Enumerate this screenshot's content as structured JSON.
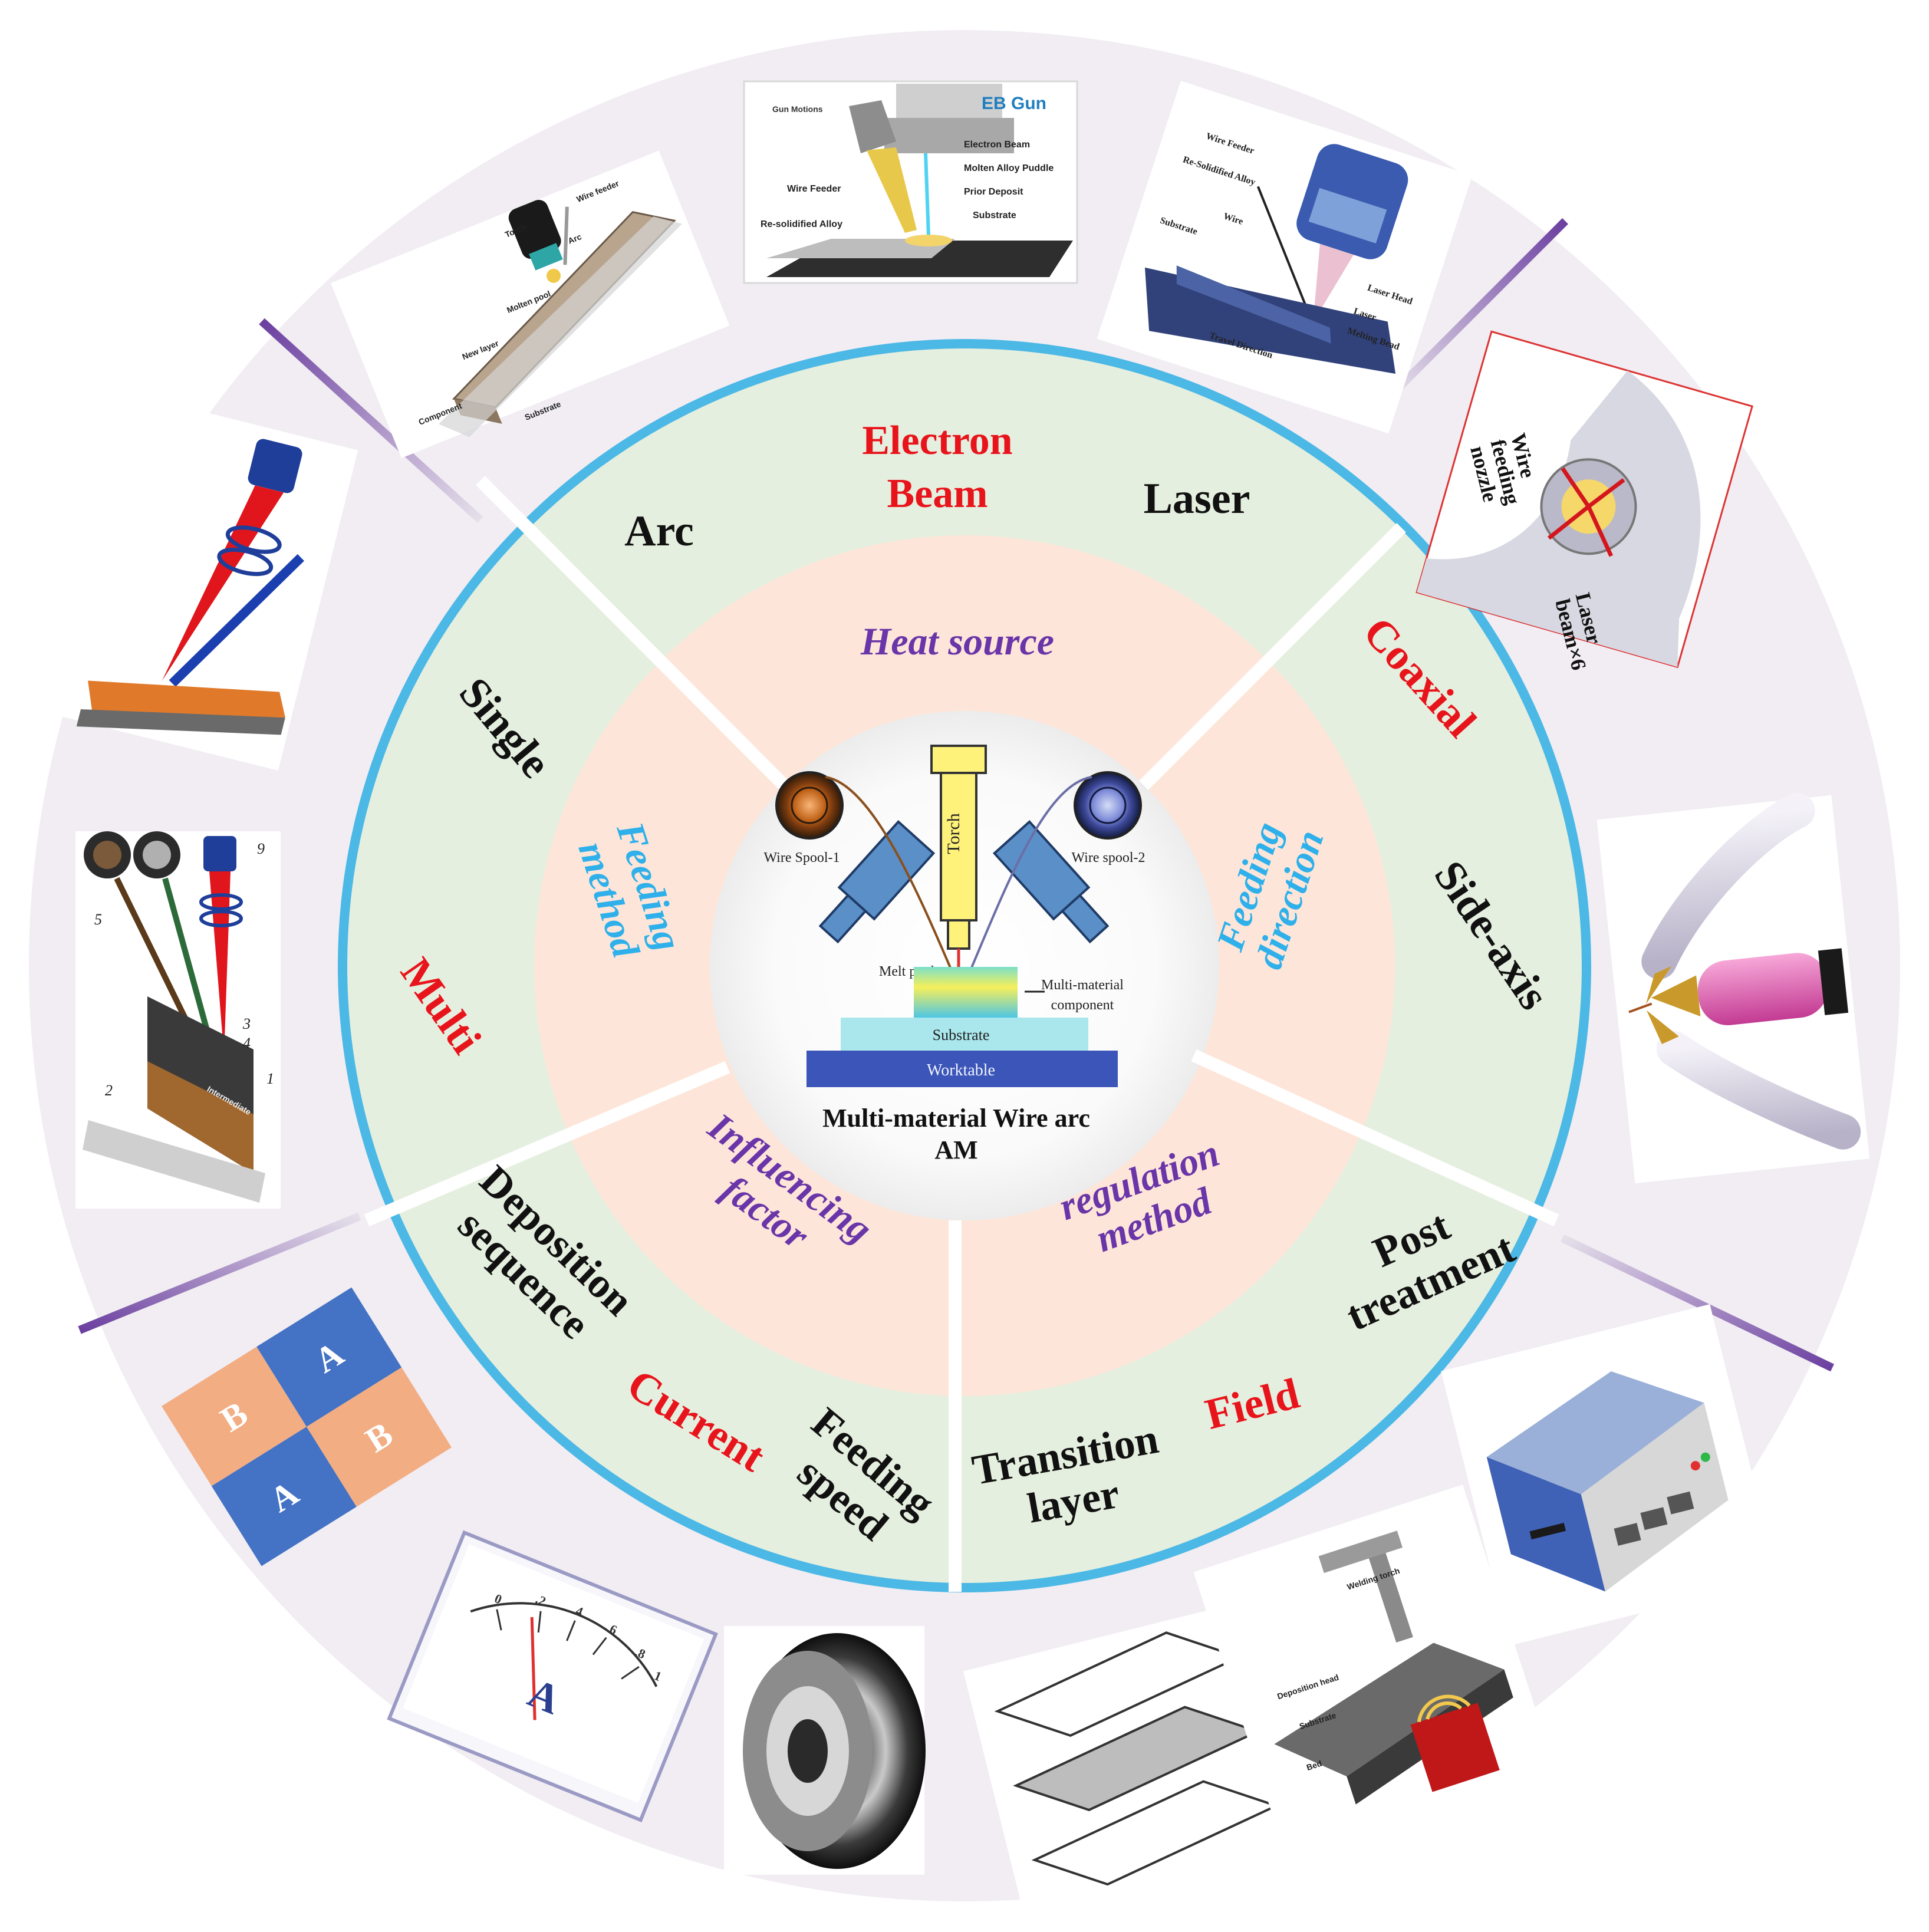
{
  "center": {
    "caption_line1": "Multi-material Wire arc",
    "caption_line2": "AM",
    "labels": {
      "torch": "Torch",
      "spool1": "Wire Spool-1",
      "spool2": "Wire spool-2",
      "melt_pool": "Melt pool",
      "component_line1": "Multi-material",
      "component_line2": "component",
      "substrate": "Substrate",
      "worktable": "Worktable"
    }
  },
  "categories": {
    "heat_source": "Heat source",
    "feeding_method_line1": "Feeding",
    "feeding_method_line2": "method",
    "feeding_direction_line1": "Feeding",
    "feeding_direction_line2": "direction",
    "influencing_factor_line1": "Influencing",
    "influencing_factor_line2": "factor",
    "regulation_method_line1": "regulation",
    "regulation_method_line2": "method"
  },
  "options": {
    "arc": "Arc",
    "electron_beam_line1": "Electron",
    "electron_beam_line2": "Beam",
    "laser": "Laser",
    "coaxial": "Coaxial",
    "side_axis": "Side-axis",
    "single": "Single",
    "multi": "Multi",
    "deposition_line1": "Deposition",
    "deposition_line2": "sequence",
    "current": "Current",
    "feeding_speed_line1": "Feeding",
    "feeding_speed_line2": "speed",
    "post_treatment_line1": "Post",
    "post_treatment_line2": "treatment",
    "field": "Field",
    "transition_line1": "Transition",
    "transition_line2": "layer"
  },
  "figures": {
    "eb_gun": {
      "title": "EB Gun",
      "gun_motions": "Gun Motions",
      "labels": [
        "Electron Beam",
        "Molten Alloy Puddle",
        "Prior Deposit",
        "Substrate",
        "Wire Feeder",
        "Re-solidified Alloy"
      ]
    },
    "arc": {
      "labels": [
        "Torch",
        "Arc",
        "Wire feeder",
        "Molten pool",
        "New layer",
        "Component",
        "Substrate"
      ]
    },
    "laser": {
      "labels": [
        "Wire Feeder",
        "Re-Solidified Alloy",
        "Wire",
        "Substrate",
        "Laser Head",
        "Laser",
        "Melting Bead",
        "Travel Direction"
      ]
    },
    "coaxial": {
      "label_nozzle_1": "Wire",
      "label_nozzle_2": "feeding",
      "label_nozzle_3": "nozzle",
      "label_beam_1": "Laser",
      "label_beam_2": "beam×6"
    },
    "multi": {
      "numbers": [
        "9",
        "5",
        "3",
        "4",
        "1",
        "2"
      ],
      "plate_label": "Intermediate"
    },
    "blocks": {
      "tl": "B",
      "tr": "A",
      "bl": "A",
      "br": "B"
    },
    "ammeter": {
      "symbol": "A",
      "scale": [
        "0",
        ".2",
        ".4",
        ".6",
        ".8",
        "1"
      ]
    },
    "field": {
      "labels": [
        "Welding torch",
        "Deposition head",
        "Substrate",
        "Bed"
      ]
    }
  },
  "colors": {
    "outer_ring": "#f1edf3",
    "middle_ring": "#e5efdf",
    "inner_ring": "#fde6d9",
    "center": "#ffffff",
    "blue_circle": "#4cb8e5",
    "red_text": "#e8141b",
    "black_text": "#111111",
    "purple_text": "#6a35a8",
    "cyan_text": "#2fb0ea",
    "purple_divider": "#6b3fa0"
  }
}
